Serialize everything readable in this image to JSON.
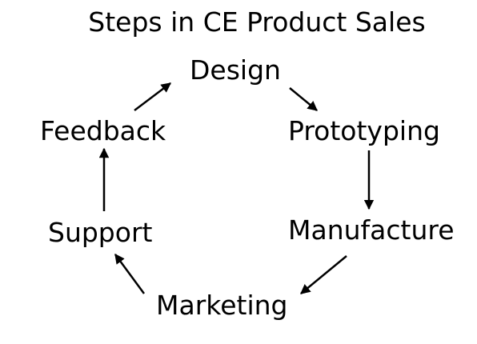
{
  "diagram": {
    "title": "Steps in CE Product Sales",
    "steps": [
      "Design",
      "Prototyping",
      "Manufacture",
      "Marketing",
      "Support",
      "Feedback"
    ]
  }
}
